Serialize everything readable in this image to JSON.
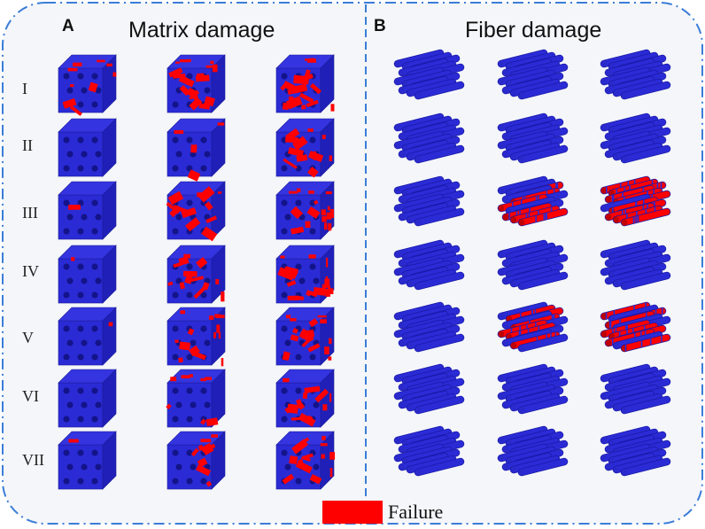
{
  "panels": {
    "left": {
      "letter": "A",
      "title": "Matrix damage"
    },
    "right": {
      "letter": "B",
      "title": "Fiber damage"
    }
  },
  "rows": [
    "I",
    "II",
    "III",
    "IV",
    "V",
    "VI",
    "VII"
  ],
  "legend": {
    "label": "Failure",
    "color": "#ff0000"
  },
  "colors": {
    "undamaged": "#2b2bd6",
    "failure": "#ff0000",
    "frame": "#3b7dd8",
    "background": "#f4f6f9"
  },
  "matrix_damage": [
    [
      0.35,
      0.75,
      0.7
    ],
    [
      0.0,
      0.15,
      0.45
    ],
    [
      0.05,
      0.55,
      0.6
    ],
    [
      0.05,
      0.55,
      0.75
    ],
    [
      0.05,
      0.55,
      0.6
    ],
    [
      0.0,
      0.3,
      0.5
    ],
    [
      0.05,
      0.35,
      0.55
    ]
  ],
  "fiber_damage": [
    [
      0.0,
      0.0,
      0.0
    ],
    [
      0.0,
      0.0,
      0.0
    ],
    [
      0.0,
      0.6,
      0.9
    ],
    [
      0.0,
      0.0,
      0.0
    ],
    [
      0.0,
      0.4,
      0.75
    ],
    [
      0.0,
      0.0,
      0.0
    ],
    [
      0.0,
      0.0,
      0.0
    ]
  ]
}
